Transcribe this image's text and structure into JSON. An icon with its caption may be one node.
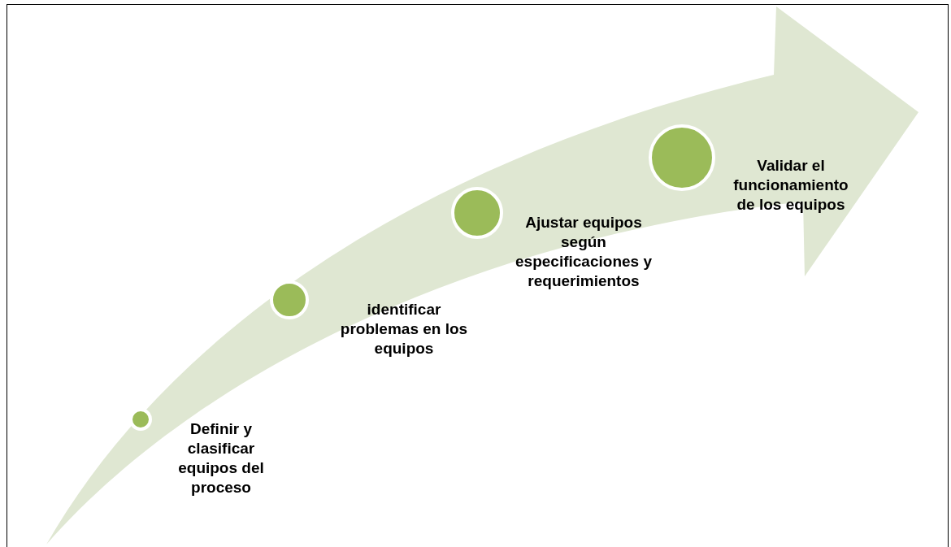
{
  "diagram": {
    "nodes": [
      {
        "text": [],
        "shape": "circle",
        "beside": [
          "Definir y clasificar equipos del proceso"
        ]
      },
      {
        "text": [],
        "shape": "circle",
        "beside": [
          "identificar problemas en los equipos"
        ]
      },
      {
        "text": [],
        "shape": "circle",
        "beside": [
          "Ajustar equipos según especificaciones y requerimientos"
        ]
      },
      {
        "text": [],
        "shape": "circle",
        "beside": [
          "Validar el funcionamiento de los equipos"
        ]
      }
    ],
    "edges": []
  }
}
